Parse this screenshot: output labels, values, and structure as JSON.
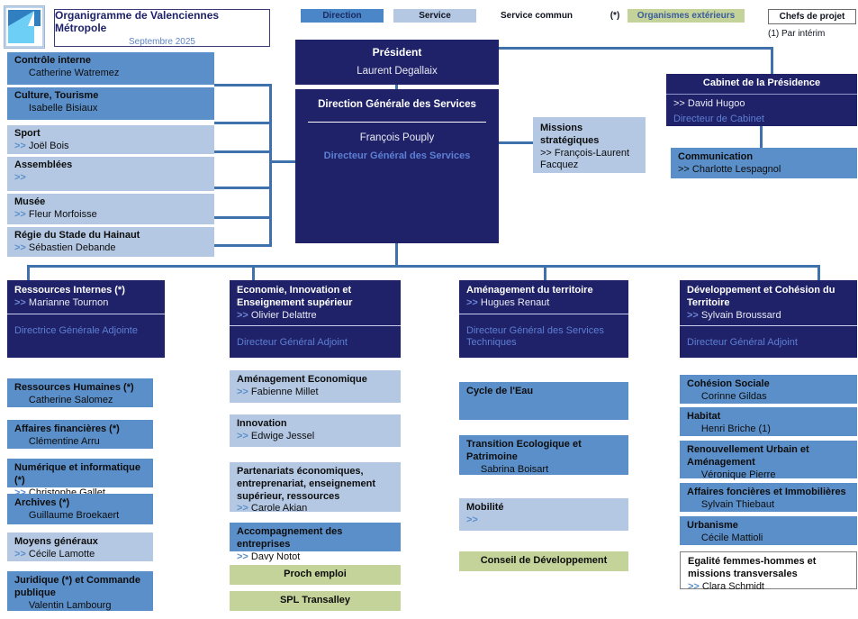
{
  "header": {
    "logo_name": "valenciennes-metropole-logo",
    "title": "Organigramme de Valenciennes Métropole",
    "date": "Septembre 2025"
  },
  "legend": {
    "direction": "Direction",
    "service": "Service",
    "service_commun": "Service commun",
    "service_commun_star": "(*)",
    "organismes": "Organismes extérieurs",
    "chefs_projet": "Chefs de projet",
    "interim": "(1) Par intérim"
  },
  "colors": {
    "dark_blue": "#1F2268",
    "medium_blue": "#5B8FC9",
    "light_blue": "#B4C8E3",
    "green": "#C3D39A",
    "connector": "#3f72ad",
    "role_text": "#4e7fc0"
  },
  "left_services": [
    {
      "title": "Contrôle interne",
      "name": ">> Catherine Watremez",
      "style": "medium"
    },
    {
      "title": "Culture, Tourisme",
      "name": ">> Isabelle Bisiaux",
      "style": "medium"
    },
    {
      "title": "Sport",
      "name": ">> Joël Bois",
      "style": "light"
    },
    {
      "title": "Assemblées",
      "name": ">>",
      "style": "light"
    },
    {
      "title": "Musée",
      "name": ">> Fleur Morfoisse",
      "style": "light"
    },
    {
      "title": "Régie du Stade du Hainaut",
      "name": ">> Sébastien Debande",
      "style": "light"
    }
  ],
  "president": {
    "title": "Président",
    "name": "Laurent Degallaix"
  },
  "dgs": {
    "title": "Direction Générale des  Services",
    "name": "François Pouply",
    "role": "Directeur Général des Services"
  },
  "missions": {
    "title": "Missions stratégiques",
    "name": ">> François-Laurent Facquez"
  },
  "cabinet": {
    "title": "Cabinet de la Présidence",
    "name": ">> David Hugoo",
    "role": "Directeur de Cabinet"
  },
  "communication": {
    "title": "Communication",
    "name": ">> Charlotte Lespagnol"
  },
  "columns": [
    {
      "head": {
        "title": "Ressources Internes (*)",
        "name": ">> Marianne Tournon",
        "role": "Directrice Générale Adjointe"
      },
      "items": [
        {
          "title": "Ressources Humaines (*)",
          "name": ">> Catherine Salomez",
          "style": "medium"
        },
        {
          "title": "Affaires financières (*)",
          "name": ">> Clémentine Arru",
          "style": "medium"
        },
        {
          "title": "Numérique et informatique (*)",
          "name": ">> Christophe Gallet",
          "style": "medium"
        },
        {
          "title": "Archives (*)",
          "name": ">> Guillaume Broekaert",
          "style": "medium"
        },
        {
          "title": "Moyens généraux",
          "name": ">> Cécile Lamotte",
          "style": "light"
        },
        {
          "title": "Juridique (*) et Commande publique",
          "name": ">> Valentin Lambourg",
          "style": "medium"
        }
      ]
    },
    {
      "head": {
        "title": "Economie, Innovation et Enseignement supérieur",
        "name": ">> Olivier Delattre",
        "role": "Directeur Général Adjoint"
      },
      "items": [
        {
          "title": "Aménagement Economique",
          "name": ">> Fabienne Millet",
          "style": "light"
        },
        {
          "title": "Innovation",
          "name": ">> Edwige Jessel",
          "style": "light"
        },
        {
          "title": "Partenariats économiques, entreprenariat, enseignement supérieur, ressources",
          "name": ">> Carole Akian",
          "style": "light"
        },
        {
          "title": "Accompagnement des entreprises",
          "name": ">> Davy Notot",
          "style": "medium"
        },
        {
          "title": "Proch emploi",
          "name": "",
          "style": "green"
        },
        {
          "title": "SPL Transalley",
          "name": "",
          "style": "green"
        }
      ]
    },
    {
      "head": {
        "title": "Aménagement du territoire",
        "name": ">> Hugues Renaut",
        "role": "Directeur Général des Services Techniques"
      },
      "items": [
        {
          "title": "Cycle de l'Eau",
          "name": ">>",
          "style": "medium"
        },
        {
          "title": "Transition Ecologique et Patrimoine",
          "name": ">> Sabrina Boisart",
          "style": "medium"
        },
        {
          "title": "Mobilité",
          "name": ">>",
          "style": "light"
        },
        {
          "title": "Conseil de Développement",
          "name": "",
          "style": "green"
        }
      ]
    },
    {
      "head": {
        "title": "Développement et Cohésion du Territoire",
        "name": ">> Sylvain Broussard",
        "role": "Directeur Général Adjoint"
      },
      "items": [
        {
          "title": "Cohésion Sociale",
          "name": ">> Corinne Gildas",
          "style": "medium"
        },
        {
          "title": "Habitat",
          "name": ">> Henri Briche (1)",
          "style": "medium"
        },
        {
          "title": "Renouvellement Urbain et Aménagement",
          "name": ">> Véronique Pierre",
          "style": "medium"
        },
        {
          "title": "Affaires foncières et Immobilières",
          "name": ">> Sylvain Thiebaut",
          "style": "medium"
        },
        {
          "title": "Urbanisme",
          "name": ">> Cécile Mattioli",
          "style": "medium"
        },
        {
          "title": "Egalité femmes-hommes et missions transversales",
          "name": ">> Clara Schmidt",
          "style": "white"
        }
      ]
    }
  ]
}
